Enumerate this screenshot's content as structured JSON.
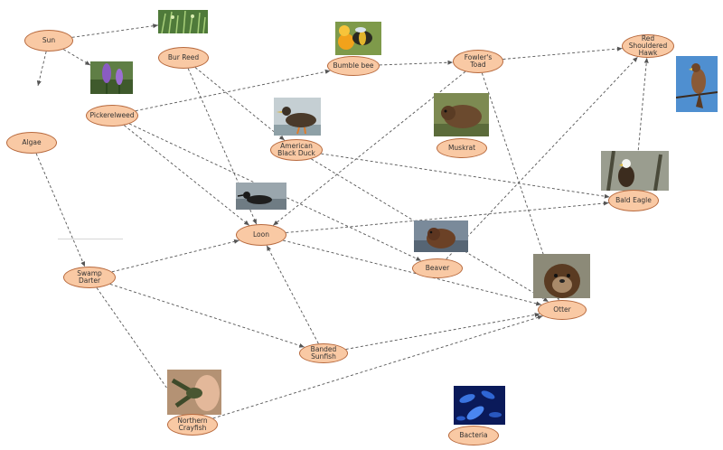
{
  "nodes": {
    "sun": "Sun",
    "bur_reed": "Bur Reed",
    "bumble_bee": "Bumble bee",
    "fowlers_toad": "Fowler's Toad",
    "red_shouldered_hawk": "Red Shouldered Hawk",
    "pickerelweed": "Pickerelweed",
    "algae": "Algae",
    "american_black_duck": "American Black Duck",
    "muskrat": "Muskrat",
    "bald_eagle": "Bald Eagle",
    "loon": "Loon",
    "beaver": "Beaver",
    "swamp_darter": "Swamp Darter",
    "otter": "Otter",
    "banded_sunfish": "Banded Sunfish",
    "northern_crayfish": "Northern Crayfish",
    "bacteria": "Bacteria"
  },
  "edges": [
    [
      "sun",
      "photo-plant"
    ],
    [
      "sun",
      "photo-flower"
    ],
    [
      "sun",
      "open-end"
    ],
    [
      "algae",
      "swamp_darter"
    ],
    [
      "bur_reed",
      "loon"
    ],
    [
      "bur_reed",
      "american_black_duck"
    ],
    [
      "pickerelweed",
      "bumble_bee"
    ],
    [
      "pickerelweed",
      "loon"
    ],
    [
      "pickerelweed",
      "beaver"
    ],
    [
      "bumble_bee",
      "fowlers_toad"
    ],
    [
      "fowlers_toad",
      "red_shouldered_hawk"
    ],
    [
      "fowlers_toad",
      "loon"
    ],
    [
      "fowlers_toad",
      "otter"
    ],
    [
      "american_black_duck",
      "bald_eagle"
    ],
    [
      "american_black_duck",
      "otter"
    ],
    [
      "loon",
      "bald_eagle"
    ],
    [
      "loon",
      "otter"
    ],
    [
      "bald_eagle",
      "red_shouldered_hawk"
    ],
    [
      "beaver",
      "red_shouldered_hawk"
    ],
    [
      "swamp_darter",
      "loon"
    ],
    [
      "swamp_darter",
      "banded_sunfish"
    ],
    [
      "swamp_darter",
      "northern_crayfish"
    ],
    [
      "banded_sunfish",
      "loon"
    ],
    [
      "banded_sunfish",
      "otter"
    ],
    [
      "northern_crayfish",
      "otter"
    ]
  ],
  "colors": {
    "node_fill": "#f9c9a4",
    "node_border": "#b86a3e",
    "edge": "#555555"
  },
  "thumbnails": [
    "grass-photo",
    "purple-flower-photo",
    "bumble-bee-photo",
    "hawk-photo",
    "duck-photo",
    "muskrat-photo",
    "eagle-photo",
    "loon-photo",
    "beaver-photo",
    "otter-photo",
    "crayfish-photo",
    "bacteria-photo"
  ]
}
